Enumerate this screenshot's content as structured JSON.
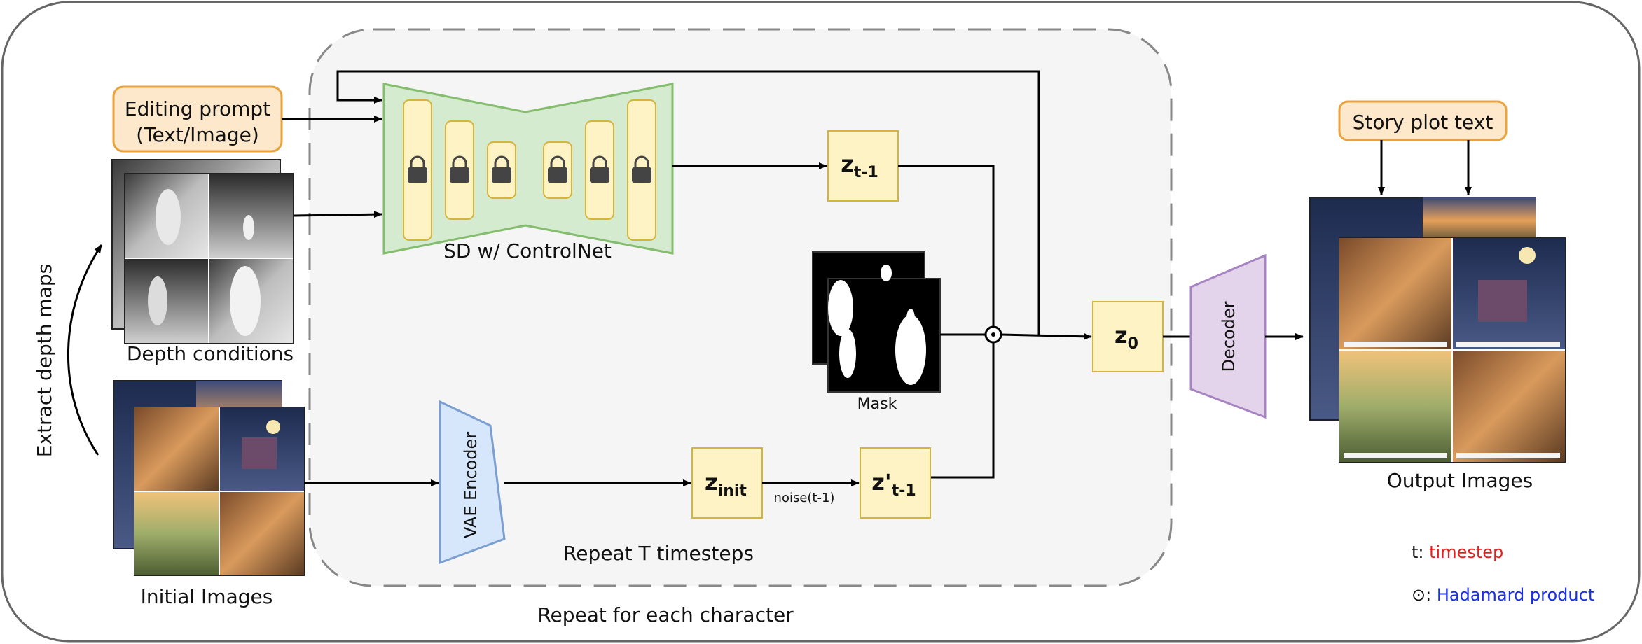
{
  "labels": {
    "editing_prompt_line1": "Editing prompt",
    "editing_prompt_line2": "(Text/Image)",
    "depth_conditions": "Depth conditions",
    "extract_depth_maps": "Extract depth maps",
    "initial_images": "Initial Images",
    "sd_controlnet": "SD w/ ControlNet",
    "z_t_minus_1_base": "z",
    "z_t_minus_1_sub": "t-1",
    "mask": "Mask",
    "vae_encoder": "VAE Encoder",
    "z_init_base": "z",
    "z_init_sub": "init",
    "noise": "noise(t-1)",
    "z_prime_base": "z'",
    "z_prime_sub": "t-1",
    "repeat_t": "Repeat T timesteps",
    "repeat_character": "Repeat for each character",
    "z0_base": "z",
    "z0_sub": "0",
    "decoder": "Decoder",
    "story_plot_text": "Story plot text",
    "output_images": "Output Images",
    "legend_t_key": "t: ",
    "legend_t_value": "timestep",
    "legend_h_key": "⊙: ",
    "legend_h_value": "Hadamard product",
    "hadamard_symbol": "⊙"
  },
  "colors": {
    "prompt_fill": "#fde8cc",
    "prompt_stroke": "#e8a33c",
    "unet_fill": "#d5ebd0",
    "unet_stroke": "#85bd6f",
    "block_fill": "#fdf3c4",
    "block_stroke": "#d9b43c",
    "latent_fill": "#fdf3c4",
    "latent_stroke": "#d9b43c",
    "vae_fill": "#d6e7fb",
    "vae_stroke": "#7b9fd0",
    "decoder_fill": "#e3d4ec",
    "decoder_stroke": "#a784c1",
    "loop_fill": "#f5f5f5",
    "loop_stroke": "#888888",
    "timestep_red": "#e81e1e",
    "hadamard_blue": "#1a2ee8"
  },
  "icons": [
    "lock-icon",
    "hadamard-icon"
  ]
}
